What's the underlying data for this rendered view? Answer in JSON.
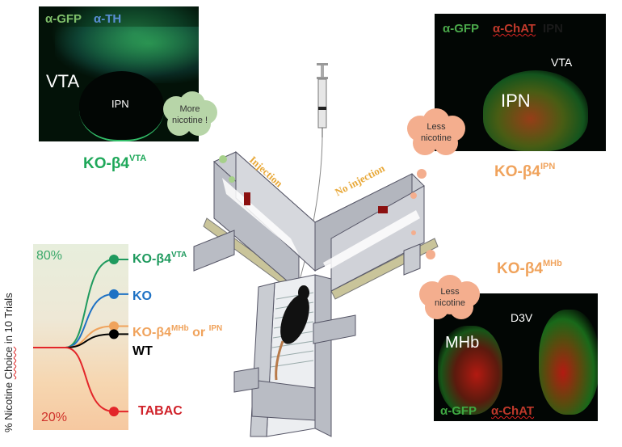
{
  "panels": {
    "vta": {
      "stain_gfp": "α-GFP",
      "stain_other": "α-TH",
      "region_main": "VTA",
      "region_sub": "IPN",
      "cloud_line1": "More",
      "cloud_line2": "nicotine !",
      "genotype_base": "KO-β4",
      "genotype_sup": "VTA"
    },
    "ipn": {
      "stain_gfp": "α-GFP",
      "stain_other": "α-ChAT",
      "stain_cut": "IPN",
      "region_main": "IPN",
      "region_sub": "VTA",
      "cloud_line1": "Less",
      "cloud_line2": "nicotine",
      "genotype_base": "KO-β4",
      "genotype_sup": "IPN"
    },
    "mhb": {
      "stain_gfp": "α-GFP",
      "stain_other": "α-ChAT",
      "region_main": "MHb",
      "region_sub": "D3V",
      "cloud_line1": "Less",
      "cloud_line2": "nicotine",
      "genotype_base": "KO-β4",
      "genotype_sup": "MHb"
    }
  },
  "maze": {
    "arm_left_label": "Injection",
    "arm_right_label": "No injection"
  },
  "colors": {
    "green": "#1fa85a",
    "blue": "#1f72c4",
    "orange": "#f0a35c",
    "black": "#000000",
    "red": "#e3262a",
    "cloud_green": "#b7d5a8",
    "cloud_salmon": "#f4ae8e"
  },
  "chart_data": {
    "type": "line",
    "title": "",
    "xlabel": "",
    "ylabel_parts": [
      "% Nicotine ",
      "Choice",
      " in 10 Trials"
    ],
    "ylim": [
      20,
      80
    ],
    "y_top_label": "80%",
    "y_bottom_label": "20%",
    "x": [
      0,
      1
    ],
    "start_value": 50,
    "series": [
      {
        "name": "KO-β4",
        "sup": "VTA",
        "color": "#1f9a5e",
        "end_value": 80
      },
      {
        "name": "KO",
        "sup": "",
        "color": "#1f72c4",
        "end_value": 67
      },
      {
        "name": "KO-β4",
        "sup": "MHb",
        "suffix": " or ",
        "suffix_sup": "IPN",
        "color": "#f0a35c",
        "end_value": 55
      },
      {
        "name": "WT",
        "sup": "",
        "color": "#000000",
        "end_value": 52
      },
      {
        "name": "TABAC",
        "sup": "",
        "color": "#e3262a",
        "end_value": 23
      }
    ]
  }
}
